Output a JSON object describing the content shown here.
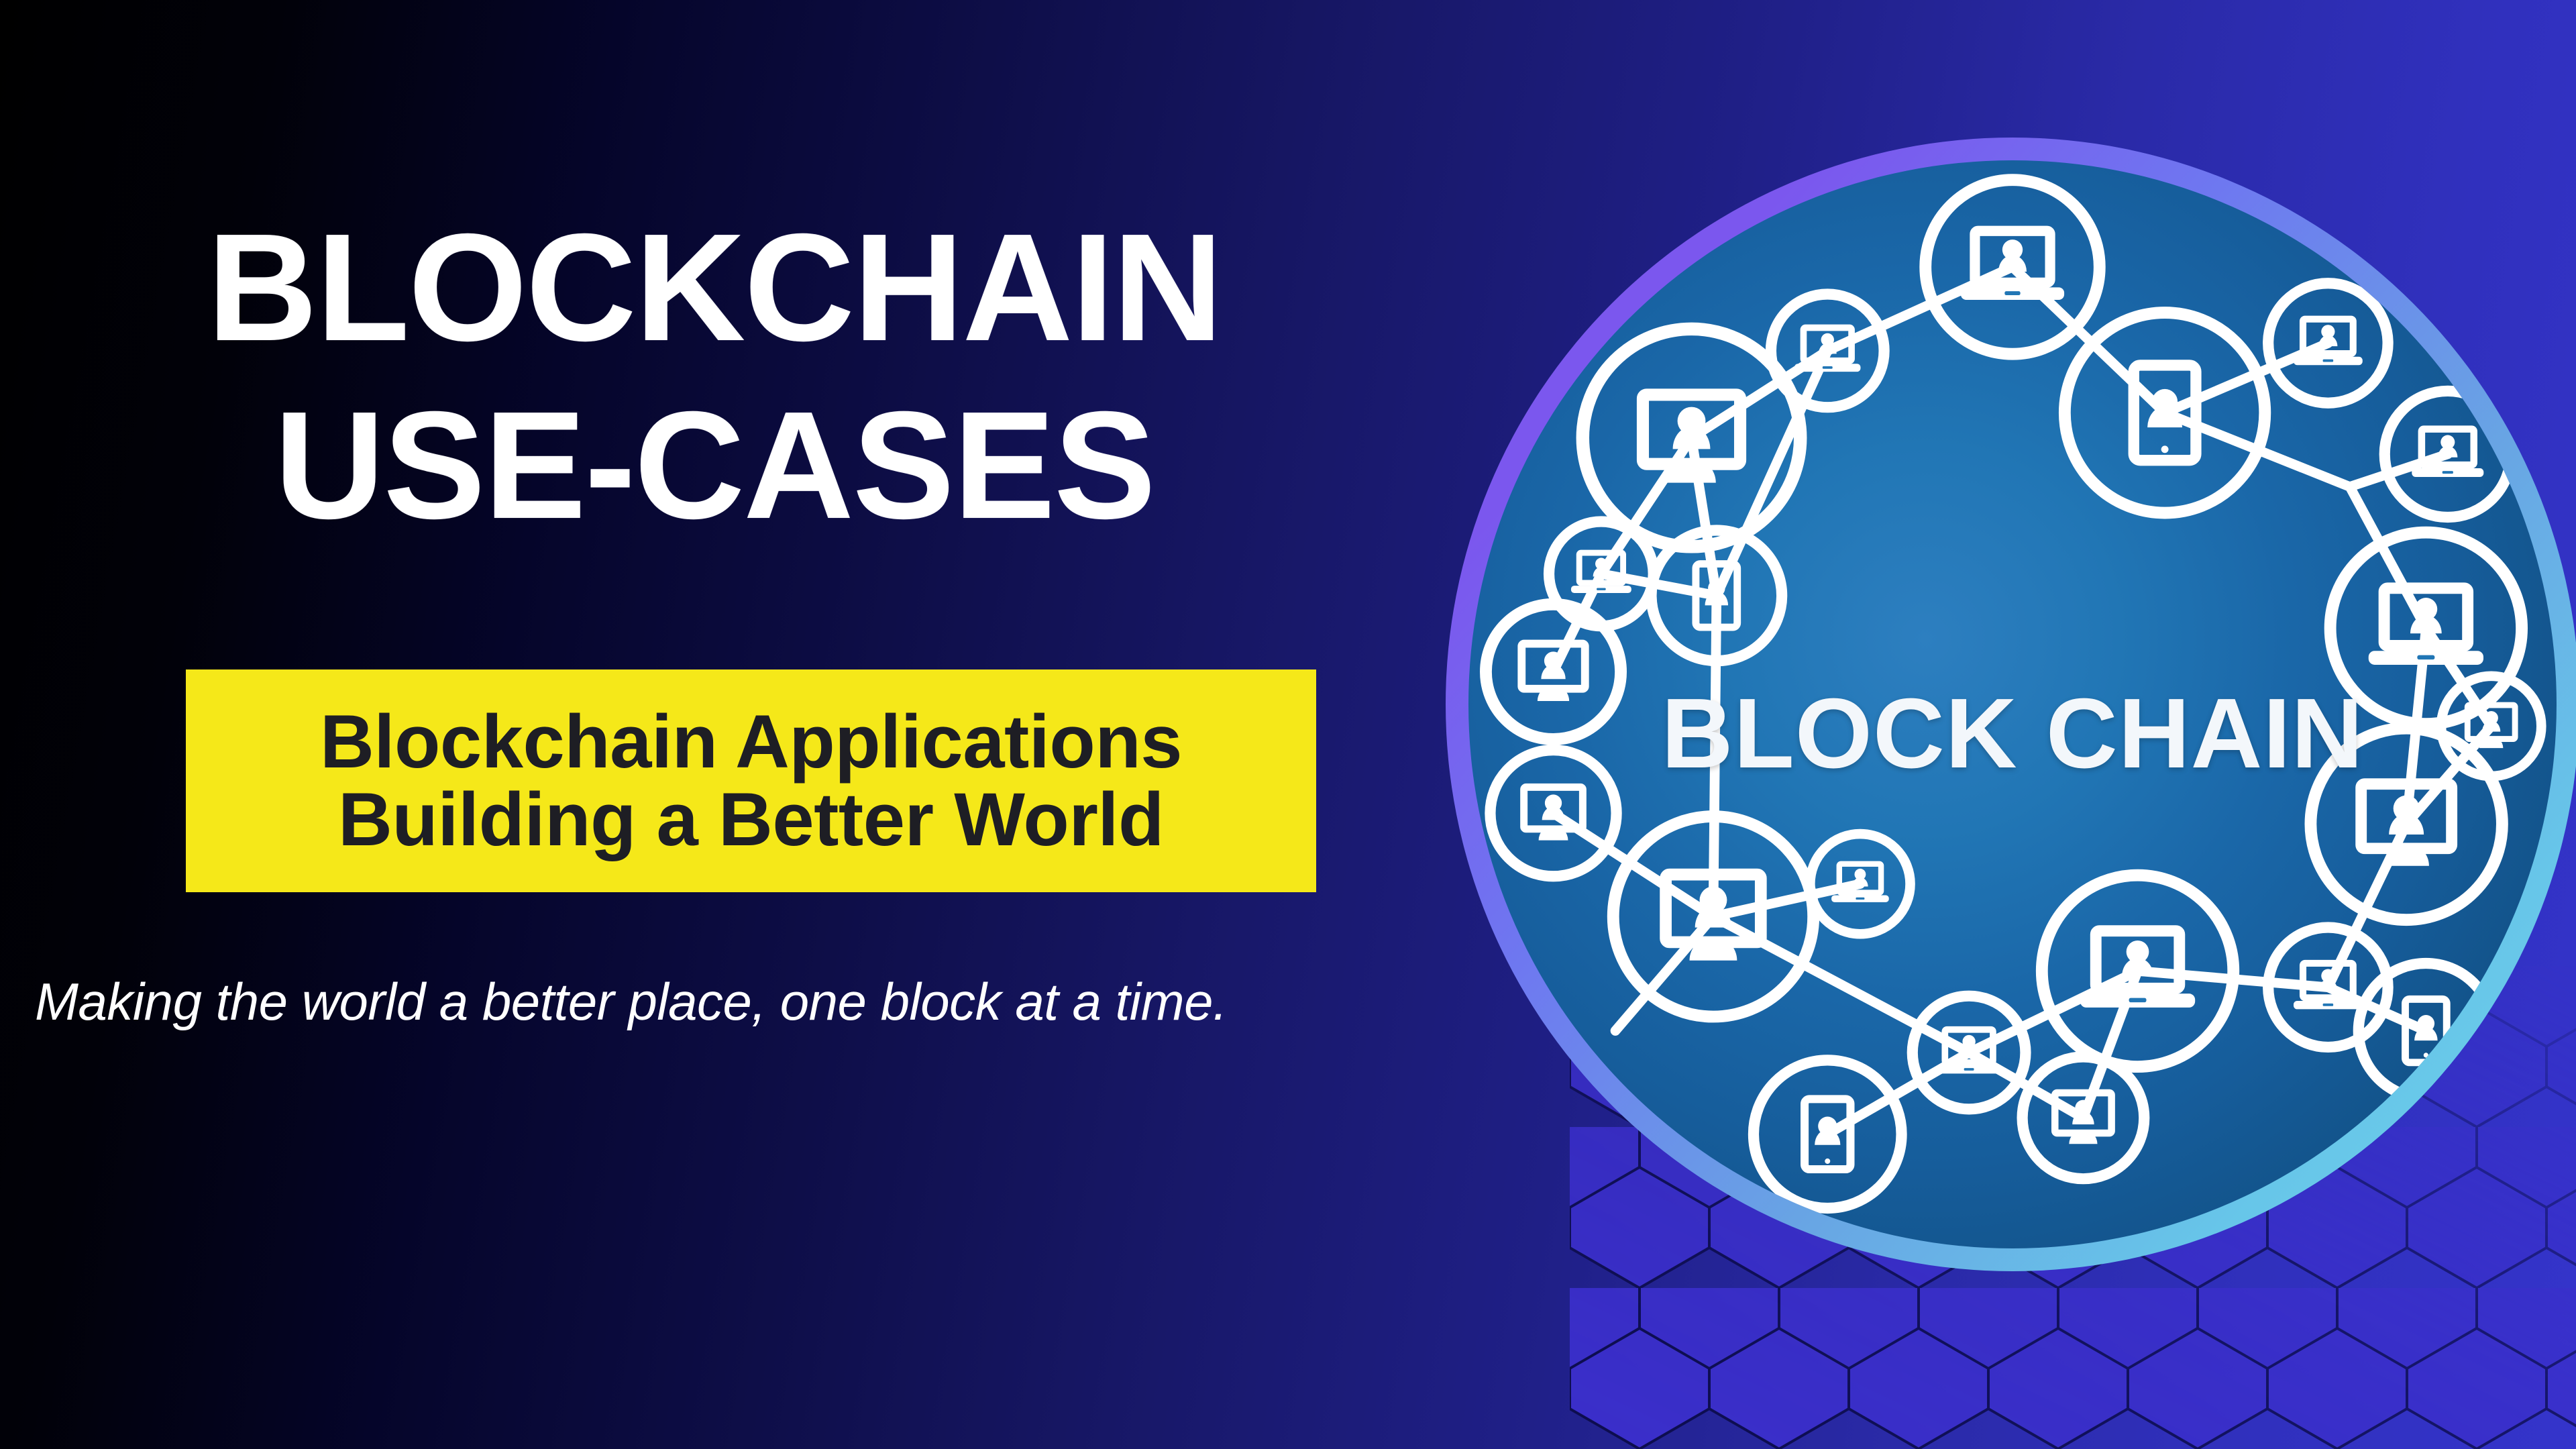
{
  "banner_poster": {
    "headline": {
      "line1": "BLOCKCHAIN",
      "line2": "USE-CASES"
    },
    "subtitle_banner": {
      "line1": "Blockchain Applications",
      "line2": "Building a Better World",
      "background_color": "#F5E819",
      "text_color": "#1E1E24"
    },
    "tagline": "Making the world a better place, one block at a time.",
    "graphic": {
      "center_label": "BLOCK CHAIN",
      "ring_gradient_start": "#7B57EE",
      "ring_gradient_end": "#6FD0EA",
      "disc_color": "#1A67A8",
      "node_icons": [
        "laptop-icon",
        "monitor-icon",
        "smartphone-icon",
        "laptop-icon",
        "monitor-icon",
        "smartphone-icon",
        "laptop-icon",
        "monitor-icon",
        "smartphone-icon",
        "laptop-icon",
        "monitor-icon",
        "smartphone-icon",
        "laptop-icon",
        "monitor-icon",
        "smartphone-icon",
        "monitor-icon",
        "laptop-icon",
        "smartphone-icon"
      ]
    },
    "background": {
      "gradient_start": "#000000",
      "gradient_mid": "#1A1A66",
      "gradient_end": "#3434CB",
      "hex_pattern_color": "#3B2FCB",
      "hex_stroke_color": "#0D0D4E"
    }
  }
}
